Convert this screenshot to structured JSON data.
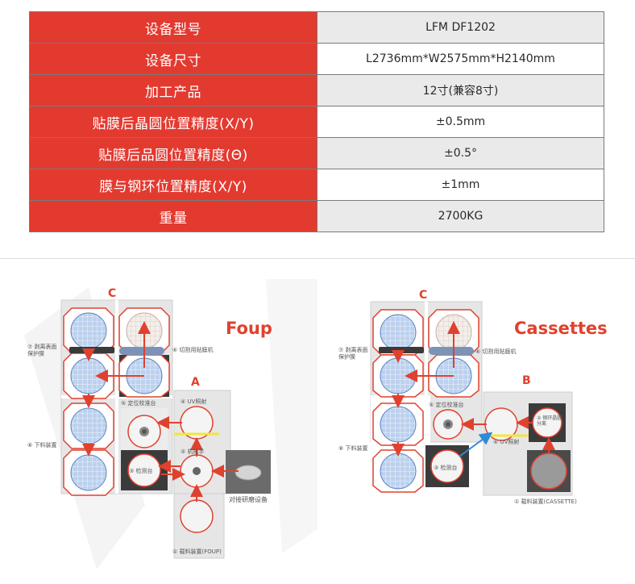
{
  "specs": {
    "rows": [
      {
        "label": "设备型号",
        "value": "LFM DF1202"
      },
      {
        "label": "设备尺寸",
        "value": "L2736mm*W2575mm*H2140mm"
      },
      {
        "label": "加工产品",
        "value": "12寸(兼容8寸)"
      },
      {
        "label": "贴膜后晶圆位置精度(X/Y)",
        "value": "±0.5mm"
      },
      {
        "label": "贴膜后品圆位置精度(Θ)",
        "value": "±0.5°"
      },
      {
        "label": "膜与钢环位置精度(X/Y)",
        "value": "±1mm"
      },
      {
        "label": "重量",
        "value": "2700KG"
      }
    ]
  },
  "colors": {
    "header_red": "#e33a30",
    "accent_red": "#e0412e",
    "wafer_blue": "#5c86c2",
    "arrow_blue": "#2f8ad8",
    "uv_yellow": "#f2e63a"
  },
  "diagram_left": {
    "title": "Foup",
    "zone_c": "C",
    "zone_a": "A",
    "labels": {
      "peel": "⑦ 剥离表面\n保护膜",
      "cut": "⑥ 切割用贴膜机",
      "align": "⑤ 定位校准台",
      "uv": "④ UV照射",
      "robot": "② 机械手",
      "inspect": "③ 检测台",
      "unload": "⑧ 下料装置",
      "grinder": "对接研磨设备",
      "load": "① 载料装置(FOUP)"
    }
  },
  "diagram_right": {
    "title": "Cassettes",
    "zone_c": "C",
    "zone_b": "B",
    "labels": {
      "peel": "⑦ 剥离表面\n保护膜",
      "cut": "⑥ 切割用贴膜机",
      "align": "⑤ 定位校准台",
      "uv": "④ UV照射",
      "wafer_sep": "② 钢环晶圆\n分离",
      "inspect": "③ 检测台",
      "unload": "⑧ 下料装置",
      "load": "① 载料装置(CASSETTE)"
    }
  }
}
